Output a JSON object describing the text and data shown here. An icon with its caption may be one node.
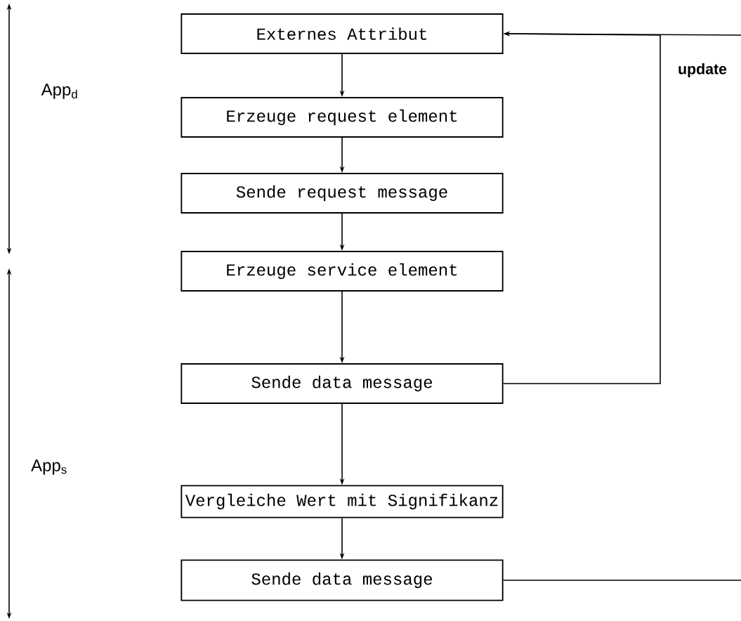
{
  "diagram": {
    "nodes": [
      {
        "text": [
          "Externes Attribut"
        ]
      },
      {
        "text": [
          "Erzeuge request element"
        ]
      },
      {
        "text": [
          "Sende request message"
        ]
      },
      {
        "text": [
          "Erzeuge service element"
        ]
      },
      {
        "text": [
          "Sende data message"
        ]
      },
      {
        "text": [
          "Vergleiche Wert mit Signifikanz"
        ]
      },
      {
        "text": [
          "Sende data message"
        ]
      }
    ],
    "edges": [
      {
        "from": 0,
        "to": 1,
        "arrow": "to"
      },
      {
        "from": 1,
        "to": 2,
        "arrow": "to"
      },
      {
        "from": 2,
        "to": 3,
        "arrow": "to"
      },
      {
        "from": 3,
        "to": 4,
        "arrow": "to"
      },
      {
        "from": 4,
        "to": 5,
        "arrow": "to"
      },
      {
        "from": 5,
        "to": 6,
        "arrow": "to"
      },
      {
        "from": 4,
        "to": 0,
        "arrow": "to",
        "label": "update"
      },
      {
        "from": null,
        "to": 0,
        "arrow": "to"
      },
      {
        "from": 6,
        "to": null,
        "arrow": "none"
      }
    ],
    "labels": [
      "App$_{d}$",
      "App$_{s}$"
    ]
  }
}
